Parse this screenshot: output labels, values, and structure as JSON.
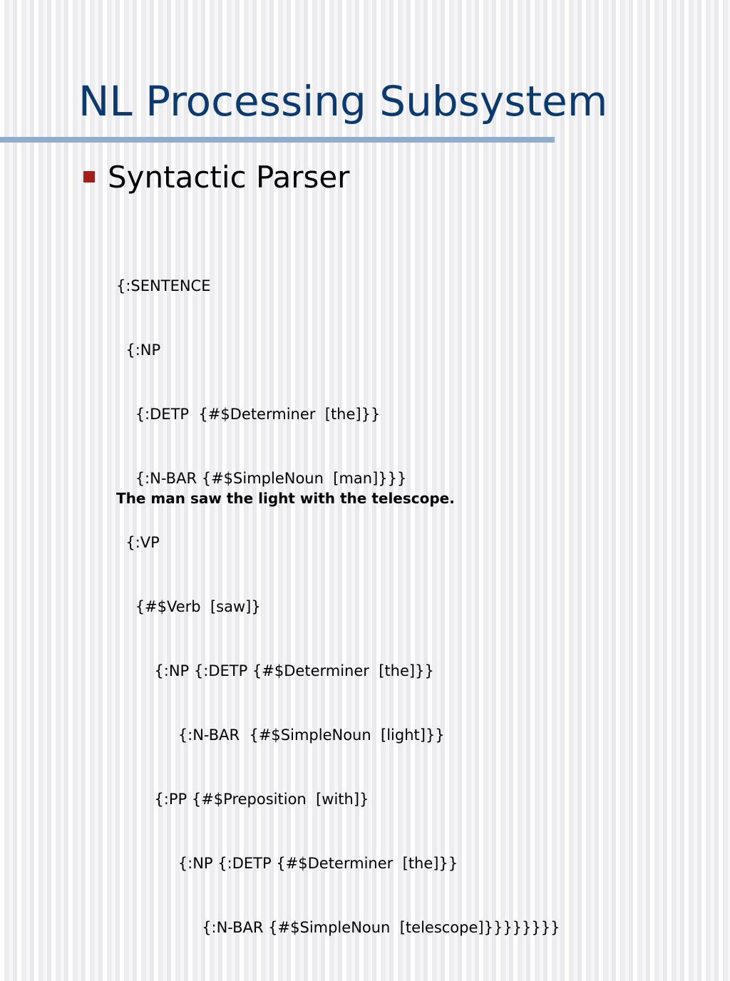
{
  "slide": {
    "title": "NL Processing Subsystem",
    "bullet": "Syntactic Parser",
    "parse_lines": [
      "{:SENTENCE",
      "  {:NP",
      "    {:DETP  {#$Determiner  [the]}}",
      "    {:N-BAR {#$SimpleNoun  [man]}}}",
      "  {:VP",
      "    {#$Verb  [saw]}",
      "        {:NP {:DETP {#$Determiner  [the]}}",
      "             {:N-BAR  {#$SimpleNoun  [light]}}",
      "        {:PP {#$Preposition  [with]}",
      "             {:NP {:DETP {#$Determiner  [the]}}",
      "                  {:N-BAR {#$SimpleNoun  [telescope]}}}}}}}}"
    ],
    "sentence": "The man saw the light with the telescope."
  },
  "colors": {
    "title": "#0d3a6e",
    "rule": "#8fadcc",
    "bullet_marker": "#a51d1d"
  },
  "icons": {
    "bullet_marker": "square-bullet-icon"
  }
}
